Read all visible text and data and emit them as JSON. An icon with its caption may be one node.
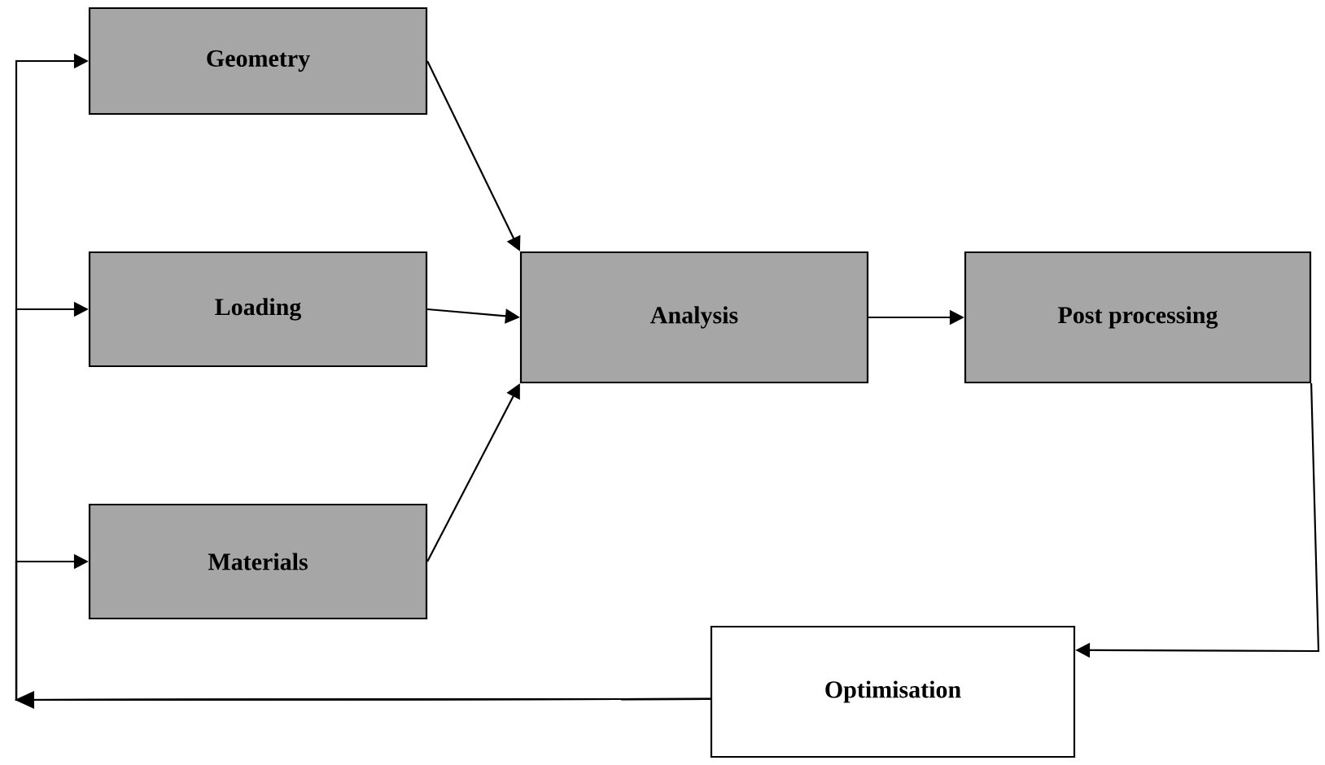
{
  "diagram": {
    "nodes": [
      {
        "text": [
          "Geometry"
        ]
      },
      {
        "text": [
          "Loading"
        ]
      },
      {
        "text": [
          "Materials"
        ]
      },
      {
        "text": [
          "Analysis"
        ]
      },
      {
        "text": [
          "Post processing"
        ]
      },
      {
        "text": [
          "Optimisation"
        ]
      }
    ],
    "edges": [
      {
        "from": 0,
        "to": 3,
        "arrow": "to"
      },
      {
        "from": 1,
        "to": 3,
        "arrow": "to"
      },
      {
        "from": 2,
        "to": 3,
        "arrow": "to"
      },
      {
        "from": 3,
        "to": 4,
        "arrow": "to"
      },
      {
        "from": 4,
        "to": 5,
        "arrow": "to"
      },
      {
        "from": 5,
        "to": 0,
        "arrow": "to"
      },
      {
        "from": 5,
        "to": 1,
        "arrow": "to"
      },
      {
        "from": 5,
        "to": 2,
        "arrow": "to"
      }
    ]
  }
}
